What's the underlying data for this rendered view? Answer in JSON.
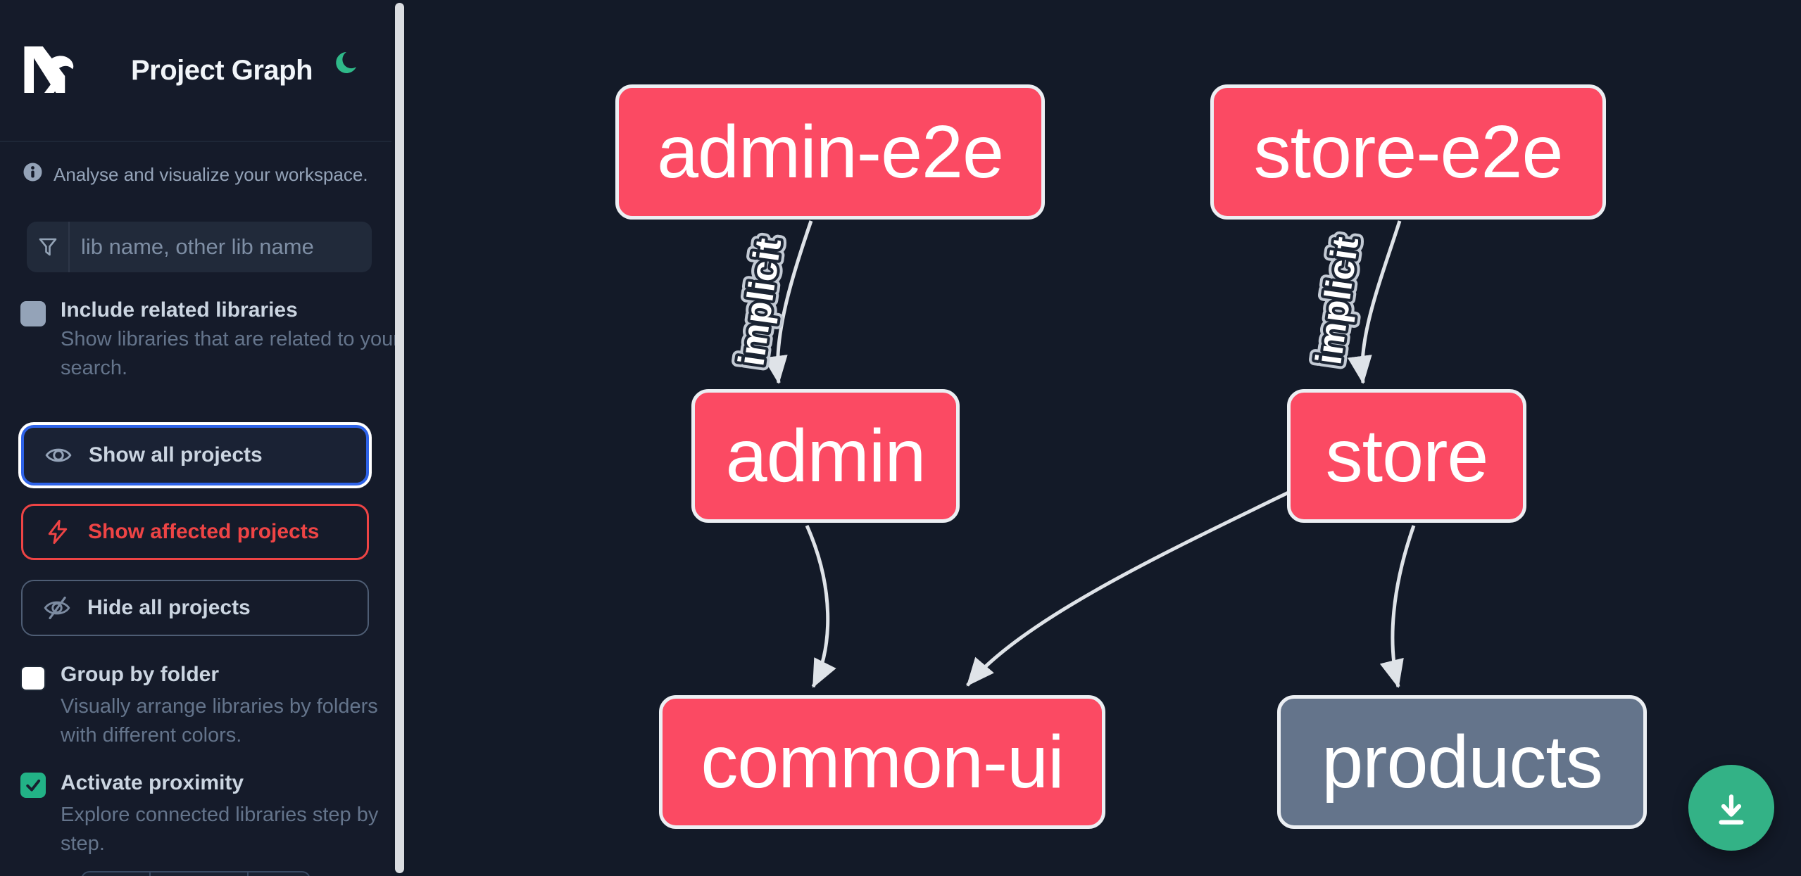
{
  "app": {
    "title": "Project Graph"
  },
  "sidebar": {
    "info_text": "Analyse and visualize your workspace.",
    "search": {
      "placeholder": "lib name, other lib name"
    },
    "include_related": {
      "label": "Include related libraries",
      "description": "Show libraries that are related to your search.",
      "checked": false
    },
    "actions": {
      "show_all": {
        "label": "Show all projects"
      },
      "show_affected": {
        "label": "Show affected projects"
      },
      "hide_all": {
        "label": "Hide all projects"
      }
    },
    "group_by_folder": {
      "label": "Group by folder",
      "description": "Visually arrange libraries by folders with different colors.",
      "checked": false
    },
    "activate_proximity": {
      "label": "Activate proximity",
      "description": "Explore connected libraries step by step.",
      "checked": true
    }
  },
  "graph": {
    "nodes": [
      {
        "id": "admin-e2e",
        "label": "admin-e2e",
        "status": "affected"
      },
      {
        "id": "store-e2e",
        "label": "store-e2e",
        "status": "affected"
      },
      {
        "id": "admin",
        "label": "admin",
        "status": "affected"
      },
      {
        "id": "store",
        "label": "store",
        "status": "affected"
      },
      {
        "id": "common-ui",
        "label": "common-ui",
        "status": "affected"
      },
      {
        "id": "products",
        "label": "products",
        "status": "normal"
      }
    ],
    "edges": [
      {
        "from": "admin-e2e",
        "to": "admin",
        "label": "implicit"
      },
      {
        "from": "store-e2e",
        "to": "store",
        "label": "implicit"
      },
      {
        "from": "admin",
        "to": "common-ui",
        "label": ""
      },
      {
        "from": "store",
        "to": "common-ui",
        "label": ""
      },
      {
        "from": "store",
        "to": "products",
        "label": ""
      }
    ]
  },
  "fab": {
    "icon": "download"
  },
  "colors": {
    "affected_node": "#fb4a63",
    "normal_node": "#64748b",
    "node_border": "#eceff3",
    "edge": "#dfe3e8",
    "focus_blue": "#2e63e8",
    "affected_red": "#ee4445",
    "check_green": "#22b286",
    "fab_green": "#33b286",
    "moon_green": "#2fb989"
  }
}
